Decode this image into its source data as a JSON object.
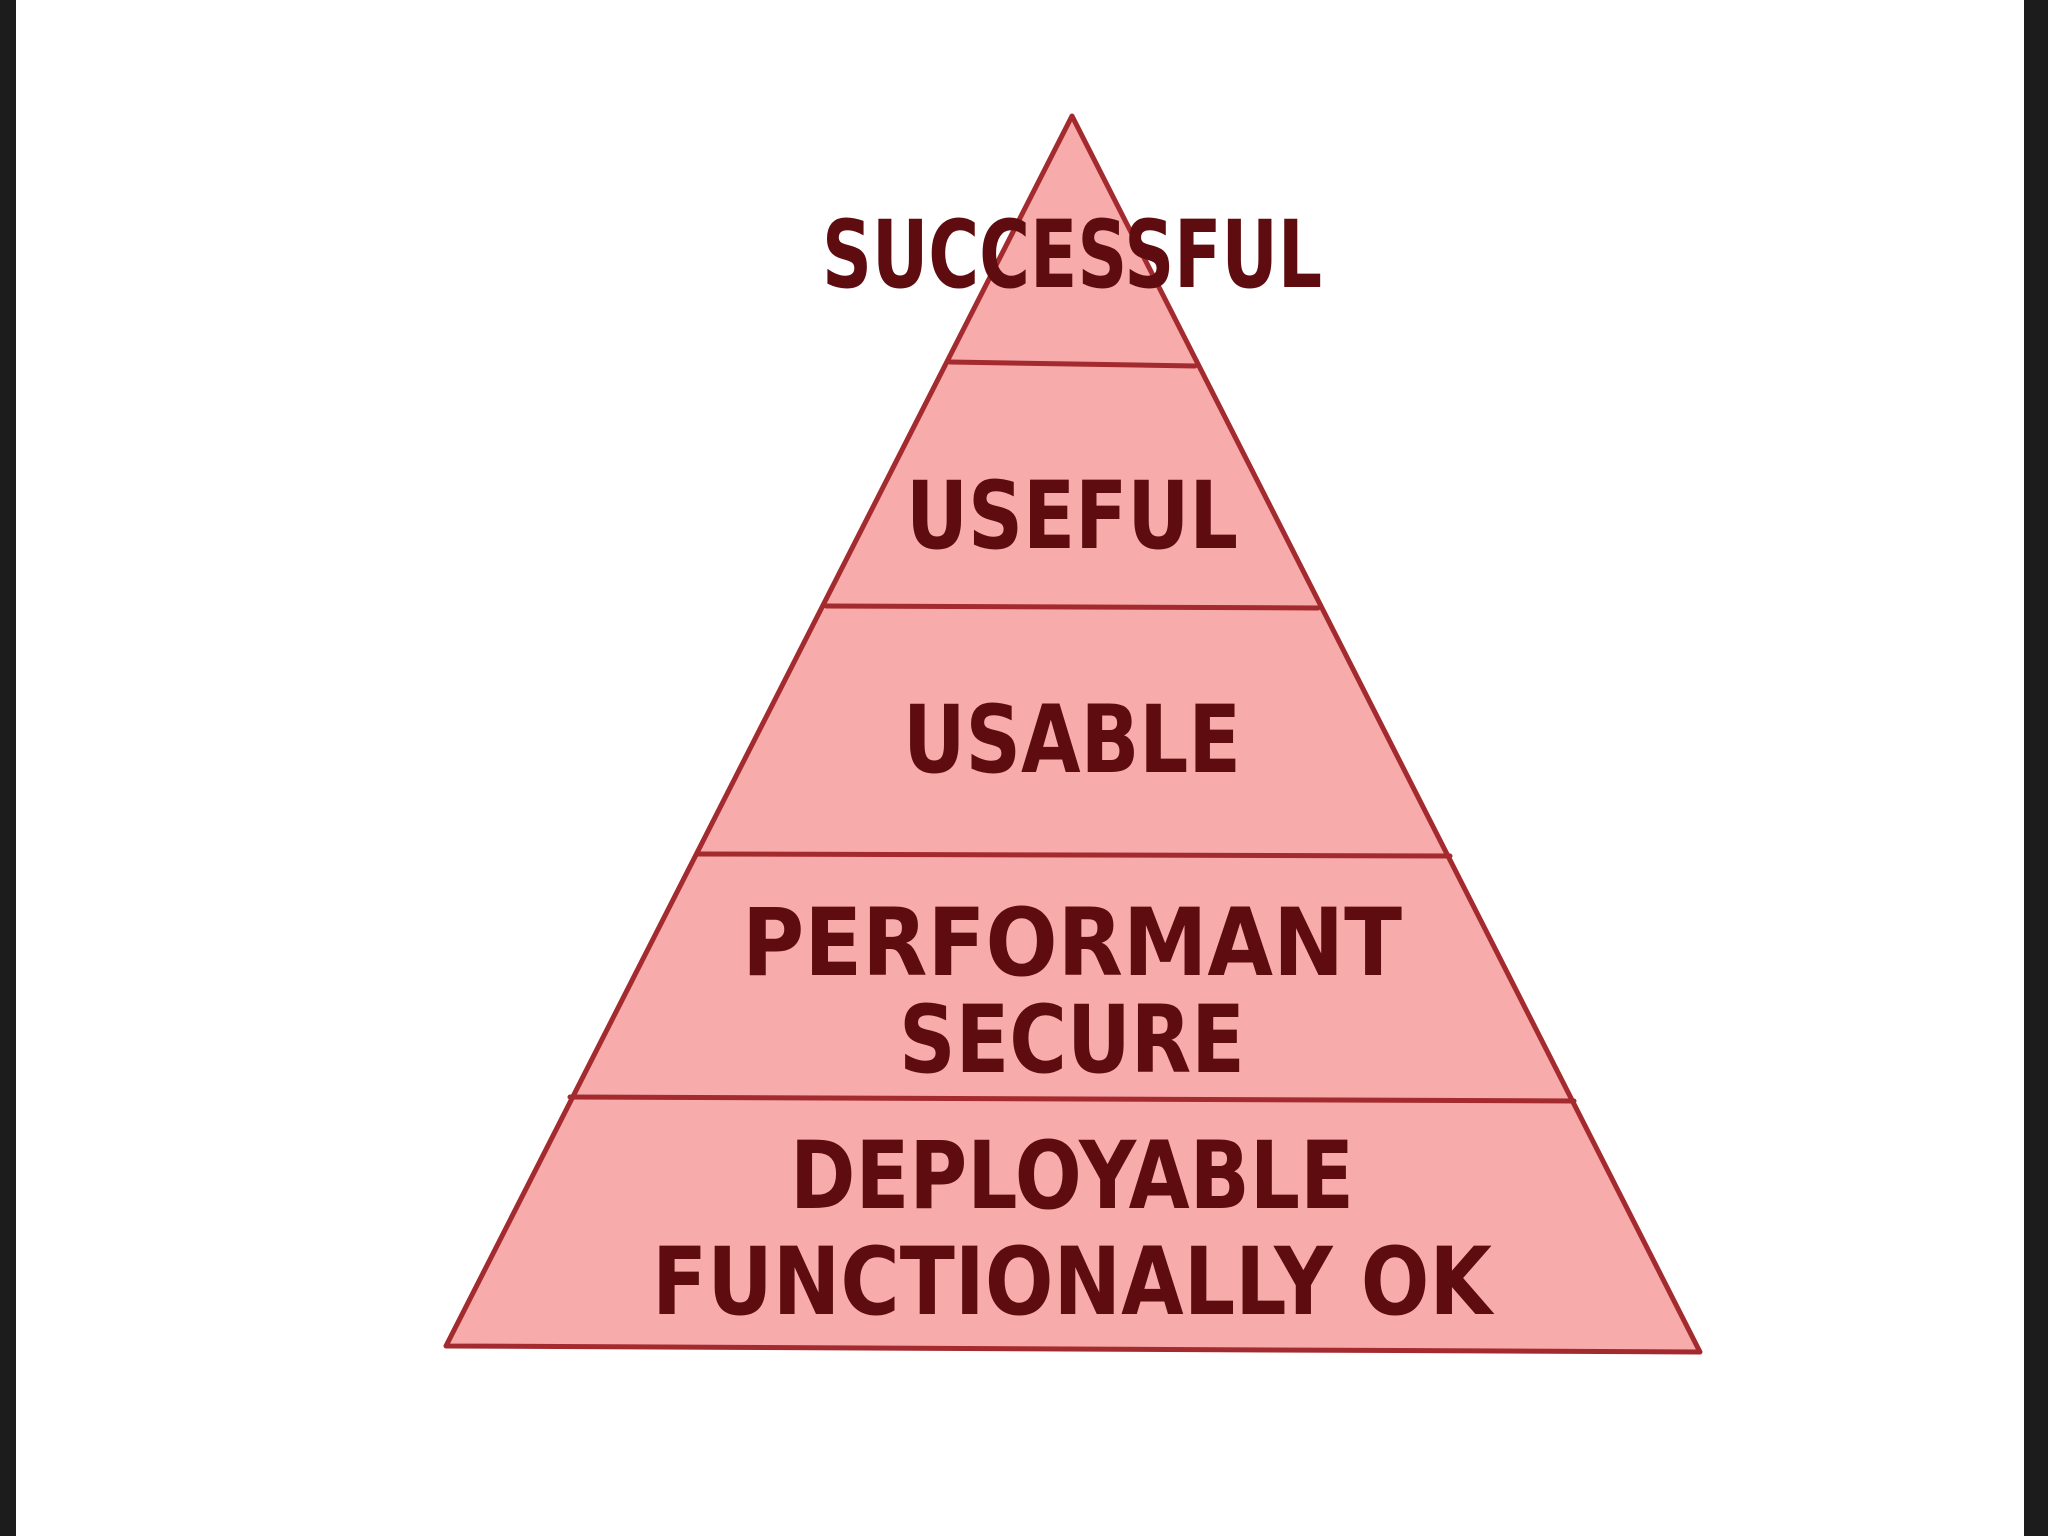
{
  "colors": {
    "fill": "#f7abaa",
    "stroke": "#a32a2e",
    "text": "#5e0c0f",
    "background": "#ffffff",
    "frame": "#1c1c1c"
  },
  "pyramid": {
    "levels": [
      {
        "lines": [
          "SUCCESSFUL"
        ]
      },
      {
        "lines": [
          "USEFUL"
        ]
      },
      {
        "lines": [
          "USABLE"
        ]
      },
      {
        "lines": [
          "PERFORMANT",
          "SECURE"
        ]
      },
      {
        "lines": [
          "DEPLOYABLE",
          "FUNCTIONALLY OK"
        ]
      }
    ]
  }
}
